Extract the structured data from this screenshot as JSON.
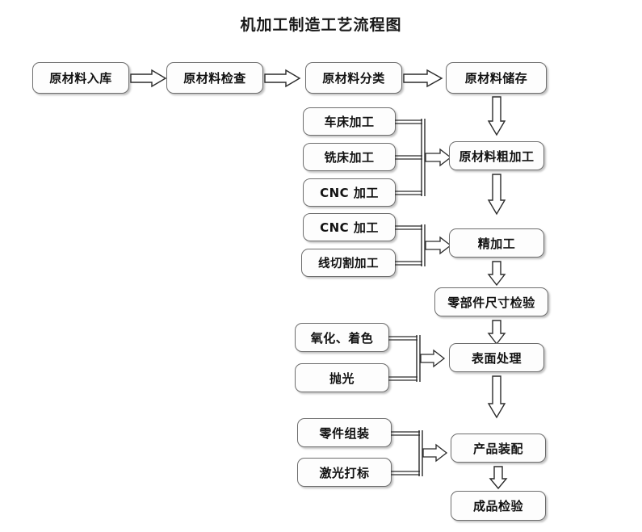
{
  "title": "机加工制造工艺流程图",
  "nodes": {
    "intake": {
      "label": "原材料入库"
    },
    "inspect": {
      "label": "原材料检查"
    },
    "classify": {
      "label": "原材料分类"
    },
    "storage": {
      "label": "原材料储存"
    },
    "lathe": {
      "label": "车床加工"
    },
    "mill": {
      "label": "铣床加工"
    },
    "cnc_rough": {
      "label": "CNC 加工"
    },
    "cnc_fine": {
      "label": "CNC 加工"
    },
    "wire_edm": {
      "label": "线切割加工"
    },
    "rough_machine": {
      "label": "原材料粗加工"
    },
    "fine_machine": {
      "label": "精加工"
    },
    "dim_check": {
      "label": "零部件尺寸检验"
    },
    "oxidize": {
      "label": "氧化、着色"
    },
    "polish": {
      "label": "抛光"
    },
    "surface": {
      "label": "表面处理"
    },
    "part_assy": {
      "label": "零件组装"
    },
    "laser_mark": {
      "label": "激光打标"
    },
    "product_assy": {
      "label": "产品装配"
    },
    "final_check": {
      "label": "成品检验"
    }
  },
  "colors": {
    "box_border": "#6e6e6e",
    "box_fill": "#fdfdfd",
    "text": "#121212",
    "arrow_stroke": "#2b2b2b",
    "arrow_fill": "#ffffff",
    "background": "#ffffff"
  },
  "flow": {
    "row1_sequence": [
      "原材料入库",
      "原材料检查",
      "原材料分类",
      "原材料储存"
    ],
    "rough_inputs": [
      "车床加工",
      "铣床加工",
      "CNC 加工"
    ],
    "fine_inputs": [
      "CNC 加工",
      "线切割加工"
    ],
    "surface_inputs": [
      "氧化、着色",
      "抛光"
    ],
    "assembly_inputs": [
      "零件组装",
      "激光打标"
    ],
    "right_chain": [
      "原材料储存",
      "原材料粗加工",
      "精加工",
      "零部件尺寸检验",
      "表面处理",
      "产品装配",
      "成品检验"
    ]
  }
}
